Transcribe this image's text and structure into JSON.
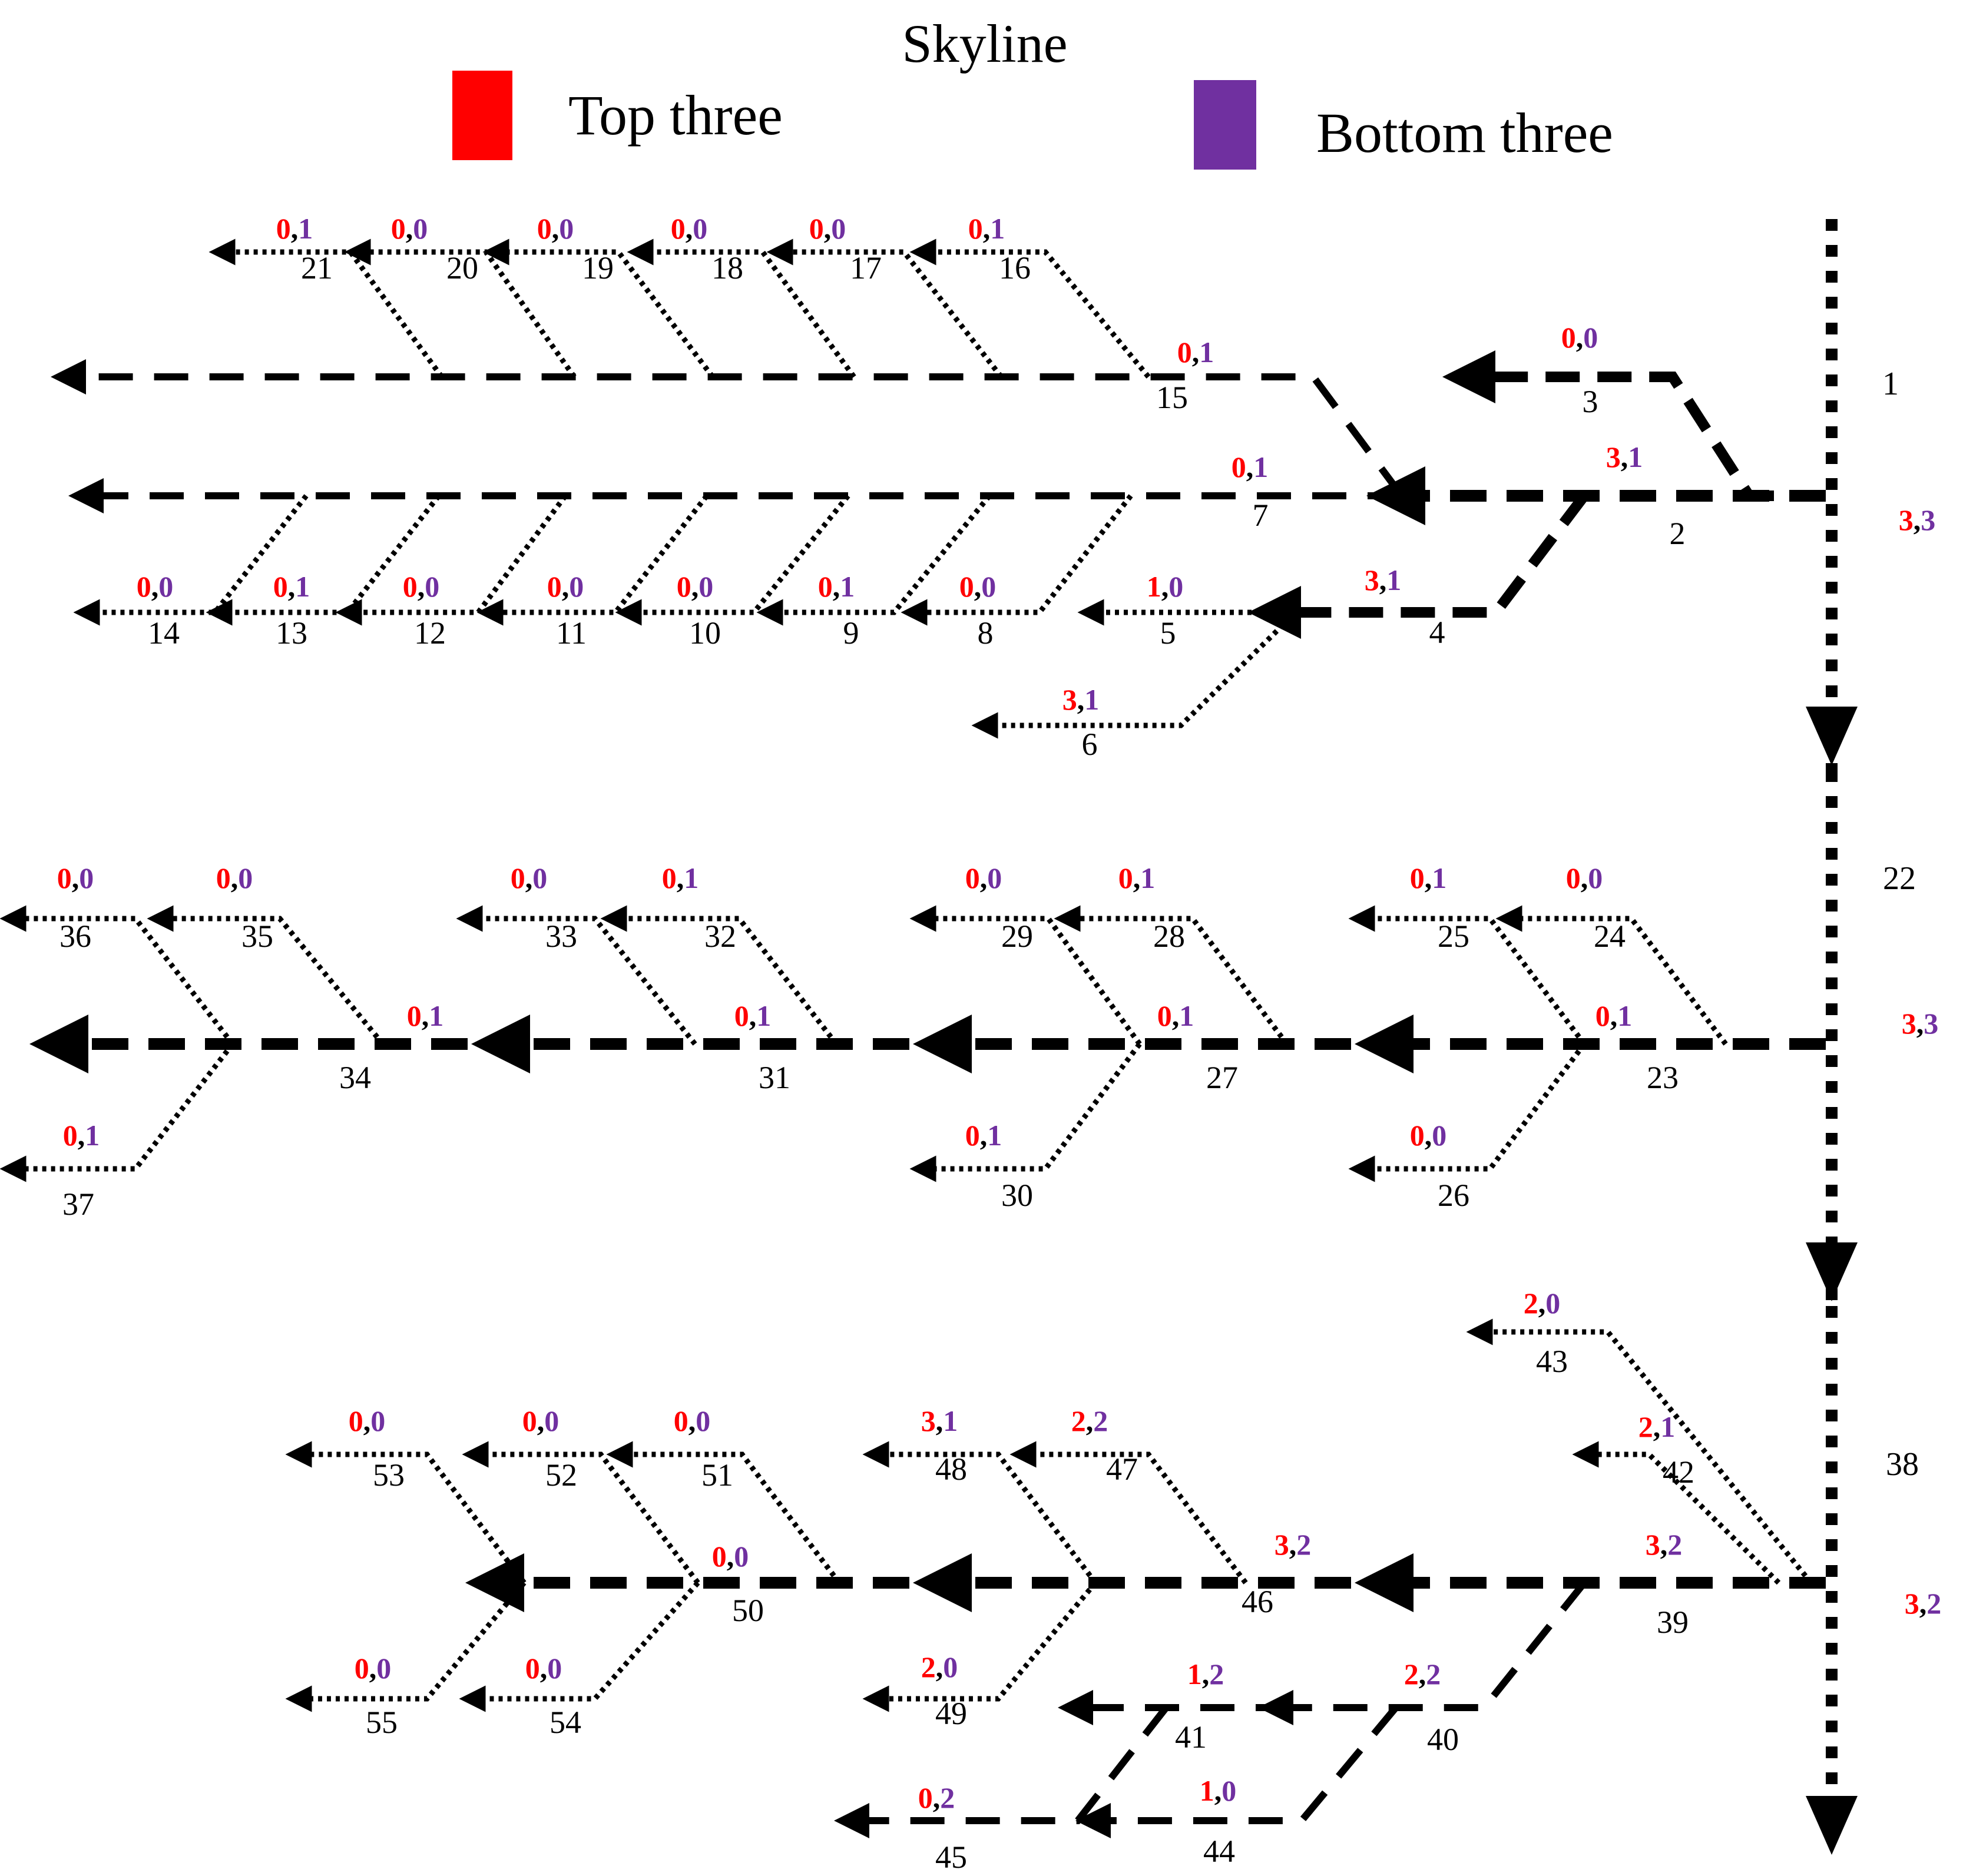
{
  "title": "Skyline",
  "legend": [
    {
      "label": "Top three",
      "color": "#ff0000"
    },
    {
      "label": "Bottom three",
      "color": "#7030a0"
    }
  ],
  "colors": {
    "top": "#ff0000",
    "bottom": "#7030a0",
    "line": "#000000"
  },
  "row_labels": [
    {
      "id": "1",
      "counts": [
        "3",
        "3"
      ]
    },
    {
      "id": "22",
      "counts": [
        "3",
        "3"
      ]
    },
    {
      "id": "38",
      "counts": [
        "3",
        "2"
      ]
    }
  ],
  "nodes": [
    {
      "id": "2",
      "top": "3",
      "bottom": "1"
    },
    {
      "id": "3",
      "top": "0",
      "bottom": "0"
    },
    {
      "id": "4",
      "top": "3",
      "bottom": "1"
    },
    {
      "id": "5",
      "top": "1",
      "bottom": "0"
    },
    {
      "id": "6",
      "top": "3",
      "bottom": "1"
    },
    {
      "id": "7",
      "top": "0",
      "bottom": "1"
    },
    {
      "id": "8",
      "top": "0",
      "bottom": "0"
    },
    {
      "id": "9",
      "top": "0",
      "bottom": "1"
    },
    {
      "id": "10",
      "top": "0",
      "bottom": "0"
    },
    {
      "id": "11",
      "top": "0",
      "bottom": "0"
    },
    {
      "id": "12",
      "top": "0",
      "bottom": "0"
    },
    {
      "id": "13",
      "top": "0",
      "bottom": "1"
    },
    {
      "id": "14",
      "top": "0",
      "bottom": "0"
    },
    {
      "id": "15",
      "top": "0",
      "bottom": "1"
    },
    {
      "id": "16",
      "top": "0",
      "bottom": "1"
    },
    {
      "id": "17",
      "top": "0",
      "bottom": "0"
    },
    {
      "id": "18",
      "top": "0",
      "bottom": "0"
    },
    {
      "id": "19",
      "top": "0",
      "bottom": "0"
    },
    {
      "id": "20",
      "top": "0",
      "bottom": "0"
    },
    {
      "id": "21",
      "top": "0",
      "bottom": "1"
    },
    {
      "id": "23",
      "top": "0",
      "bottom": "1"
    },
    {
      "id": "24",
      "top": "0",
      "bottom": "0"
    },
    {
      "id": "25",
      "top": "0",
      "bottom": "1"
    },
    {
      "id": "26",
      "top": "0",
      "bottom": "0"
    },
    {
      "id": "27",
      "top": "0",
      "bottom": "1"
    },
    {
      "id": "28",
      "top": "0",
      "bottom": "1"
    },
    {
      "id": "29",
      "top": "0",
      "bottom": "0"
    },
    {
      "id": "30",
      "top": "0",
      "bottom": "1"
    },
    {
      "id": "31",
      "top": "0",
      "bottom": "1"
    },
    {
      "id": "32",
      "top": "0",
      "bottom": "1"
    },
    {
      "id": "33",
      "top": "0",
      "bottom": "0"
    },
    {
      "id": "34",
      "top": "0",
      "bottom": "1"
    },
    {
      "id": "35",
      "top": "0",
      "bottom": "0"
    },
    {
      "id": "36",
      "top": "0",
      "bottom": "0"
    },
    {
      "id": "37",
      "top": "0",
      "bottom": "1"
    },
    {
      "id": "39",
      "top": "3",
      "bottom": "2"
    },
    {
      "id": "40",
      "top": "2",
      "bottom": "2"
    },
    {
      "id": "41",
      "top": "1",
      "bottom": "2"
    },
    {
      "id": "42",
      "top": "2",
      "bottom": "1"
    },
    {
      "id": "43",
      "top": "2",
      "bottom": "0"
    },
    {
      "id": "44",
      "top": "1",
      "bottom": "0"
    },
    {
      "id": "45",
      "top": "0",
      "bottom": "2"
    },
    {
      "id": "46",
      "top": "3",
      "bottom": "2"
    },
    {
      "id": "47",
      "top": "2",
      "bottom": "2"
    },
    {
      "id": "48",
      "top": "3",
      "bottom": "1"
    },
    {
      "id": "49",
      "top": "2",
      "bottom": "0"
    },
    {
      "id": "50",
      "top": "0",
      "bottom": "0"
    },
    {
      "id": "51",
      "top": "0",
      "bottom": "0"
    },
    {
      "id": "52",
      "top": "0",
      "bottom": "0"
    },
    {
      "id": "53",
      "top": "0",
      "bottom": "0"
    },
    {
      "id": "54",
      "top": "0",
      "bottom": "0"
    },
    {
      "id": "55",
      "top": "0",
      "bottom": "0"
    }
  ]
}
